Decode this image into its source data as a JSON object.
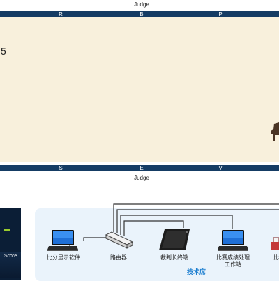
{
  "arena": {
    "judge_top": "Judge",
    "judge_bottom": "Judge",
    "top_letters": [
      "R",
      "B",
      "P"
    ],
    "bottom_letters": [
      "S",
      "E",
      "V"
    ],
    "left_mark": "5"
  },
  "screen_panel": {
    "text_line1": "",
    "text_score": "Score"
  },
  "tech_area": {
    "title": "技术席",
    "devices": [
      {
        "label": "比分显示软件"
      },
      {
        "label": "路由器"
      },
      {
        "label": "裁判长终端"
      },
      {
        "label_line1": "比赛成绩处理",
        "label_line2": "工作站"
      },
      {
        "label": "比"
      }
    ]
  },
  "colors": {
    "band": "#153c64",
    "floor": "#f8f0dc",
    "panel": "#eaf3fb",
    "tech_title": "#1e7fd0"
  }
}
